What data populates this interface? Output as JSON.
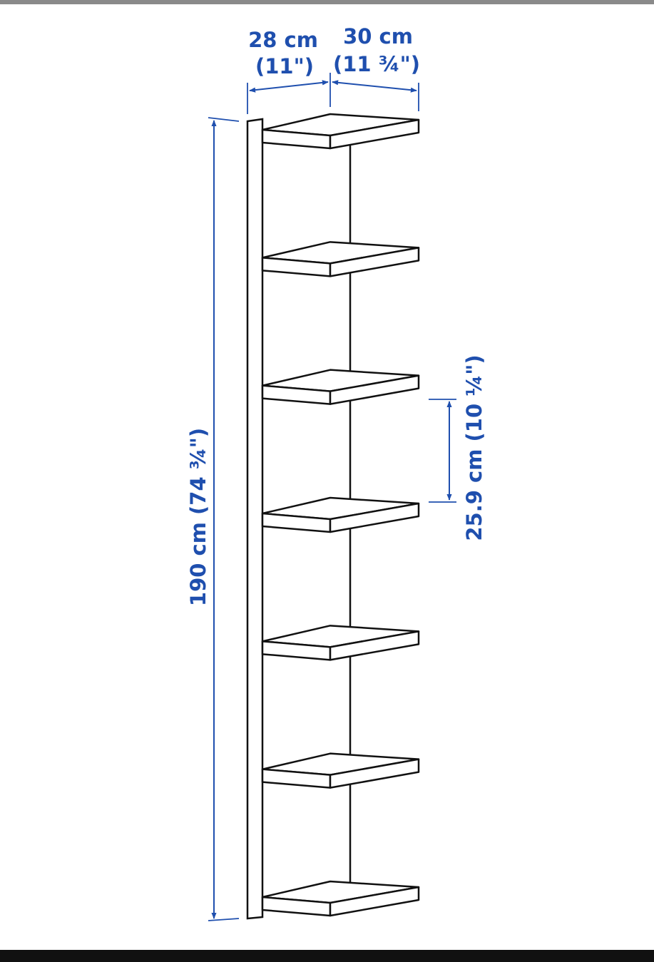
{
  "colors": {
    "dimension": "#1f4fae",
    "line": "#111111",
    "top_strip": "#8a8a8a",
    "bottom_strip": "#111111"
  },
  "dimensions": {
    "depth_metric": "28 cm",
    "depth_imperial": "(11\")",
    "width_metric": "30 cm",
    "width_imperial": "(11 ¾\")",
    "height": "190 cm (74 ¾\")",
    "shelf_spacing": "25.9 cm (10 ¼\")"
  },
  "shelf_unit": {
    "shelf_count": 7
  }
}
